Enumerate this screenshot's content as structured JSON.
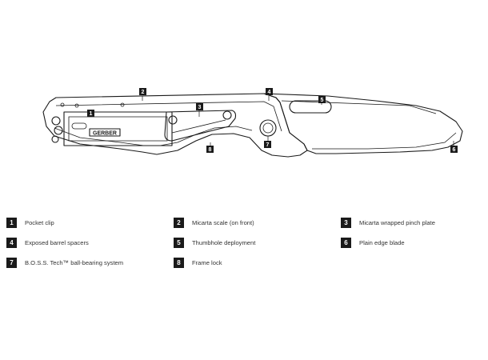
{
  "diagram": {
    "logo_text": "GERBER",
    "markers": [
      {
        "num": "1",
        "label": "Pocket clip"
      },
      {
        "num": "2",
        "label": "Micarta scale (on front)"
      },
      {
        "num": "3",
        "label": "Micarta wrapped pinch plate"
      },
      {
        "num": "4",
        "label": "Exposed barrel spacers"
      },
      {
        "num": "5",
        "label": "Thumbhole deployment"
      },
      {
        "num": "6",
        "label": "Plain edge blade"
      },
      {
        "num": "7",
        "label": "B.O.S.S. Tech™ ball-bearing system"
      },
      {
        "num": "8",
        "label": "Frame lock"
      }
    ]
  }
}
